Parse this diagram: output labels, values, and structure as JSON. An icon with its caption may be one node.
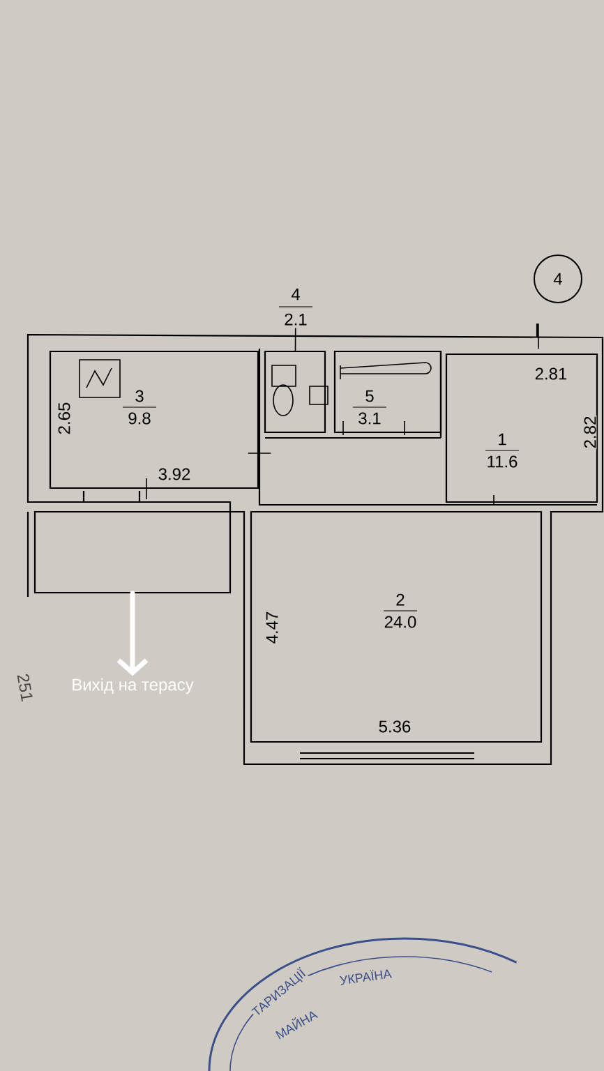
{
  "diagram": {
    "nodes": [
      {
        "text": [
          "4"
        ]
      },
      {
        "text": [
          "4",
          "2.1"
        ]
      },
      {
        "text": [
          "3",
          "9.8"
        ]
      },
      {
        "text": [],
        "shape": "box"
      },
      {
        "text": [
          "5",
          "3.1"
        ]
      },
      {
        "text": [
          "1",
          "11.6"
        ]
      },
      {
        "text": [],
        "shape": "box"
      },
      {
        "text": [
          "2",
          "24.0"
        ]
      },
      {
        "text": [
          "Вихід на терасу"
        ]
      }
    ],
    "edges": [
      {
        "from": 1,
        "to": 3,
        "arrow": "none"
      },
      {
        "from": 6,
        "to": 8,
        "arrow": "to",
        "style": "thick",
        "color": "#ffffff"
      }
    ],
    "labels": [
      "2.65",
      "3.92",
      "2.81",
      "2.82",
      "4.47",
      "5.36",
      "251",
      "ТАРИЗАЦІЇ",
      "УКРАЇНА",
      "МАЙНА"
    ]
  }
}
